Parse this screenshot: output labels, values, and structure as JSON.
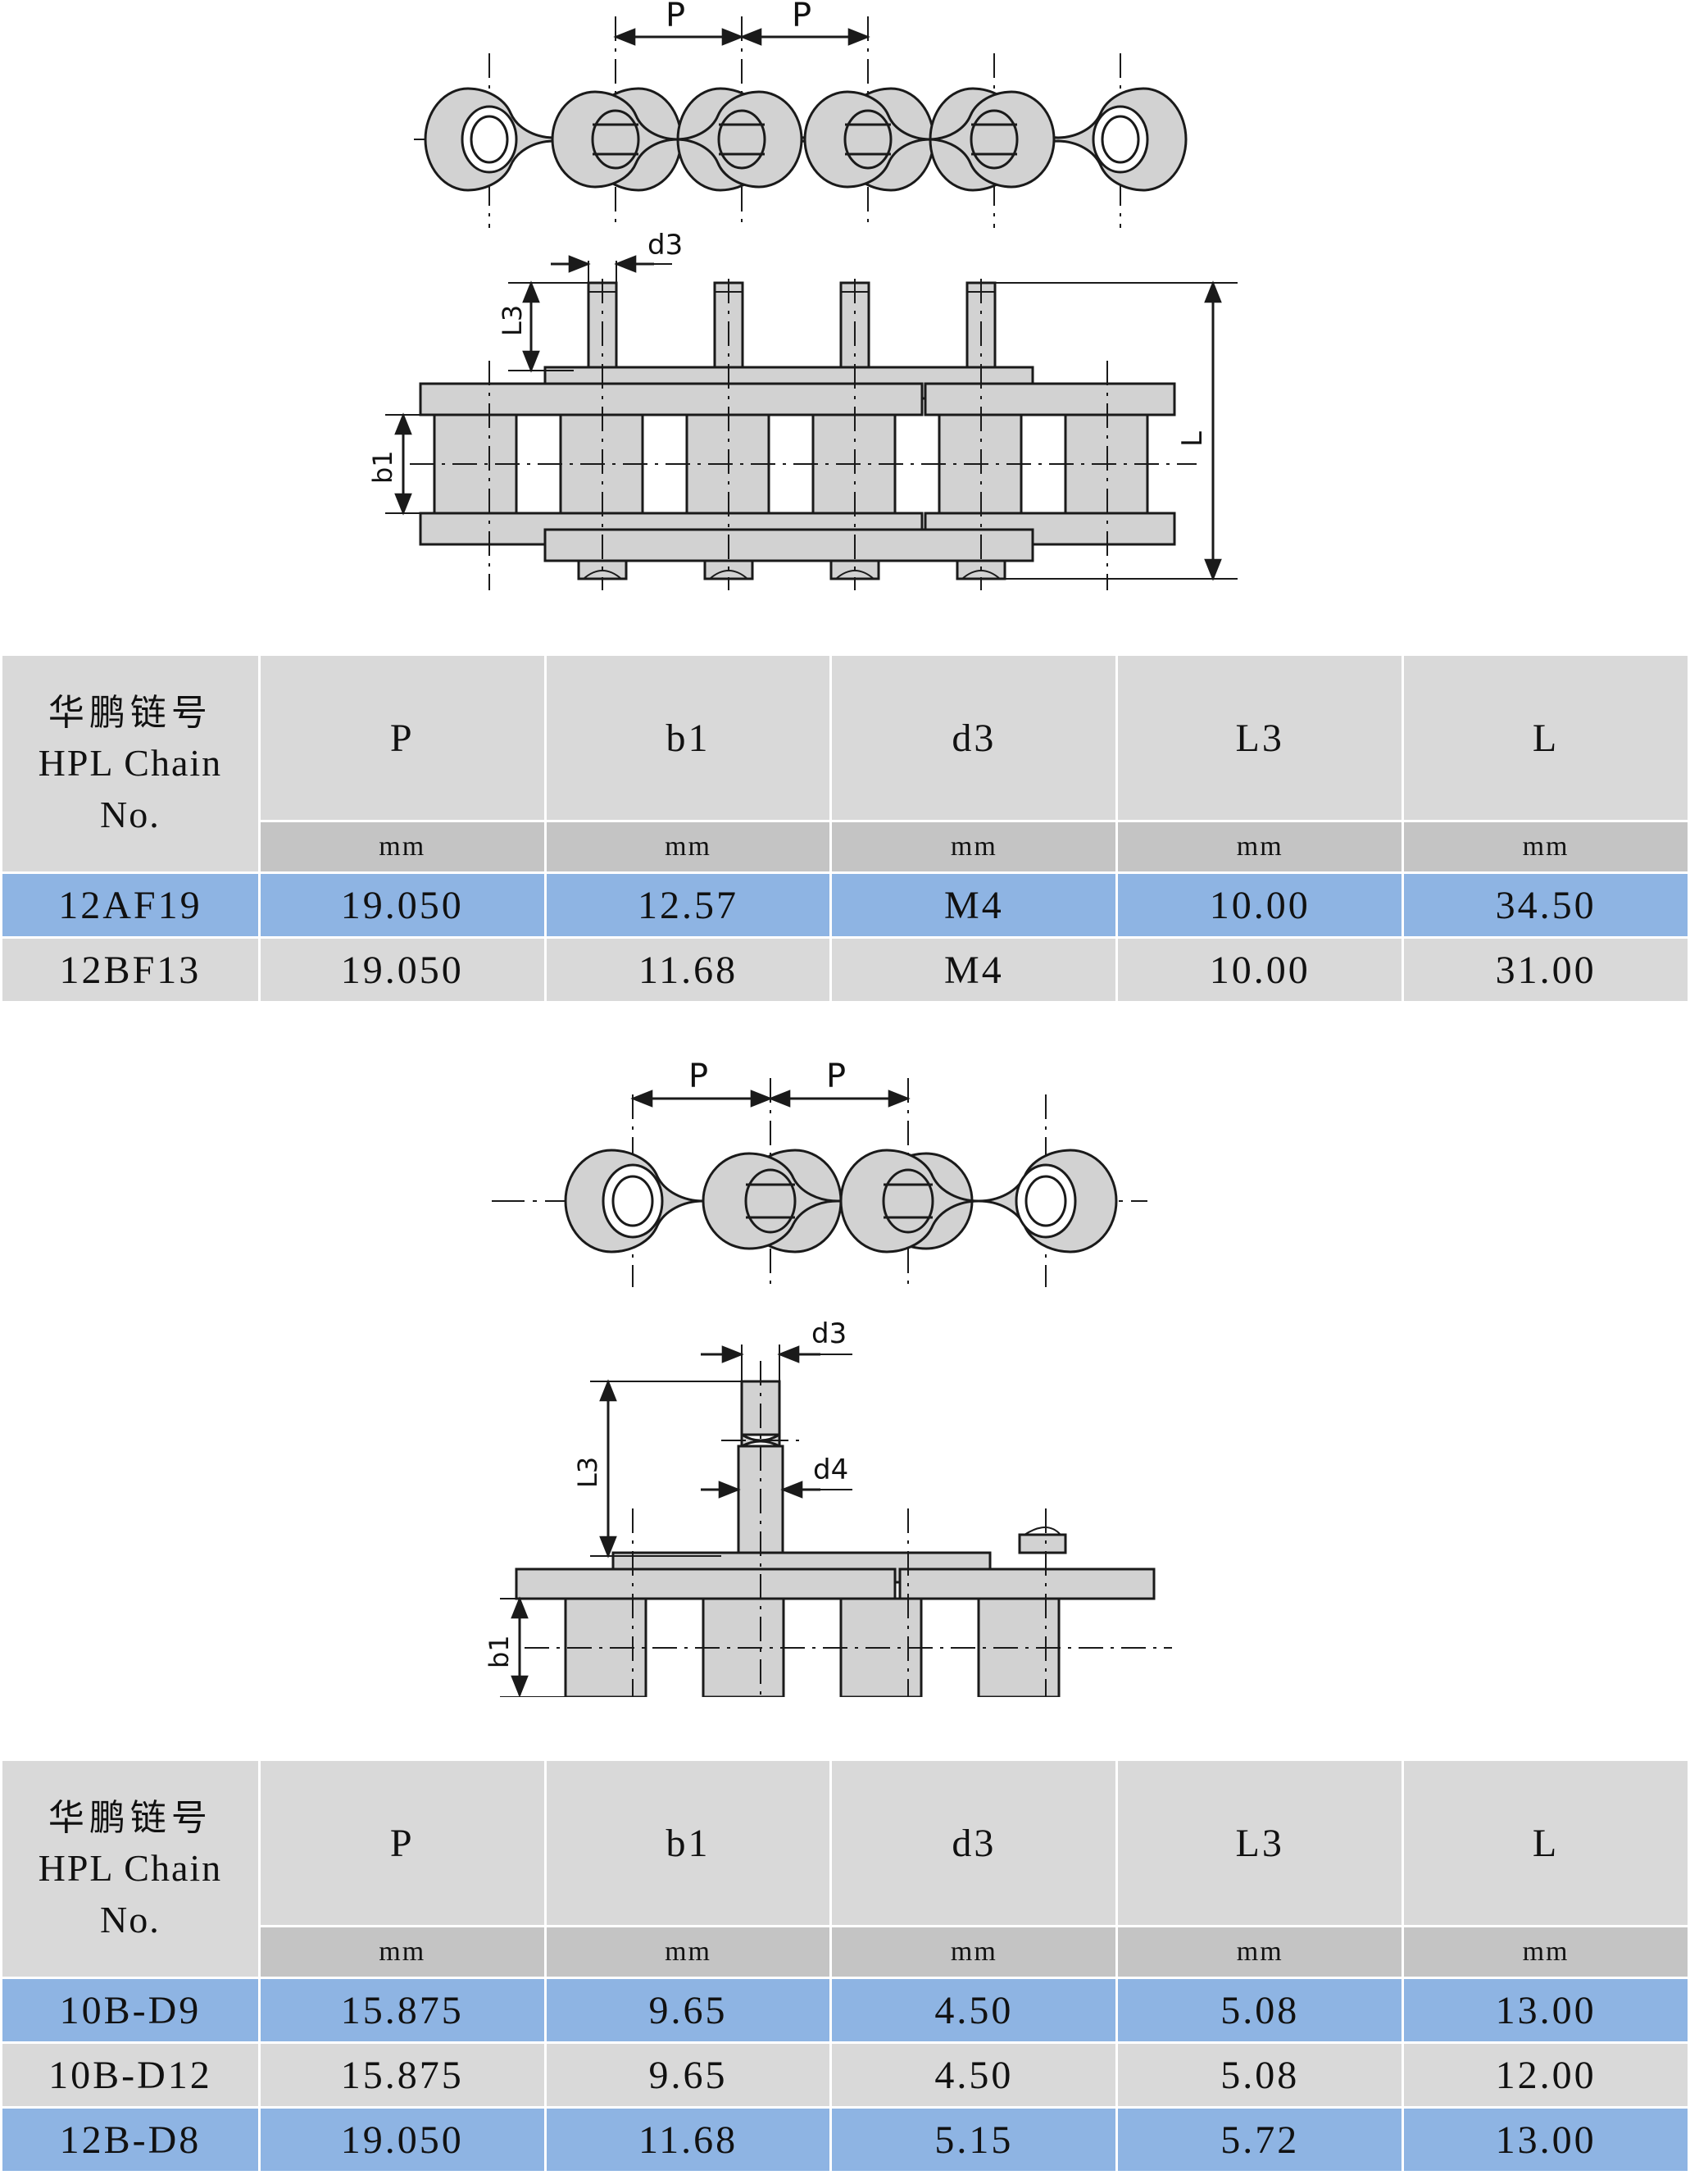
{
  "figures": [
    {
      "id": "fig-top-chain-with-threaded-pins",
      "dimension_labels": [
        "P",
        "P",
        "d3",
        "L3",
        "b1",
        "L"
      ],
      "views": [
        "plan-view",
        "section-view"
      ]
    },
    {
      "id": "fig-bottom-chain-with-extended-pin",
      "dimension_labels": [
        "P",
        "P",
        "d3",
        "d4",
        "L3",
        "b1"
      ],
      "views": [
        "plan-view",
        "section-view"
      ]
    }
  ],
  "tables": [
    {
      "id": "table-1",
      "name_header_cn": "华鹏链号",
      "name_header_en_line1": "HPL Chain",
      "name_header_en_line2": "No.",
      "columns": [
        "P",
        "b1",
        "d3",
        "L3",
        "L"
      ],
      "units": [
        "mm",
        "mm",
        "mm",
        "mm",
        "mm"
      ],
      "rows": [
        {
          "name": "12AF19",
          "values": [
            "19.050",
            "12.57",
            "M4",
            "10.00",
            "34.50"
          ],
          "highlight": true
        },
        {
          "name": "12BF13",
          "values": [
            "19.050",
            "11.68",
            "M4",
            "10.00",
            "31.00"
          ],
          "highlight": false
        }
      ]
    },
    {
      "id": "table-2",
      "name_header_cn": "华鹏链号",
      "name_header_en_line1": "HPL Chain",
      "name_header_en_line2": "No.",
      "columns": [
        "P",
        "b1",
        "d3",
        "L3",
        "L"
      ],
      "units": [
        "mm",
        "mm",
        "mm",
        "mm",
        "mm"
      ],
      "rows": [
        {
          "name": "10B-D9",
          "values": [
            "15.875",
            "9.65",
            "4.50",
            "5.08",
            "13.00"
          ],
          "highlight": true
        },
        {
          "name": "10B-D12",
          "values": [
            "15.875",
            "9.65",
            "4.50",
            "5.08",
            "12.00"
          ],
          "highlight": false
        },
        {
          "name": "12B-D8",
          "values": [
            "19.050",
            "11.68",
            "5.15",
            "5.72",
            "13.00"
          ],
          "highlight": true
        }
      ]
    }
  ],
  "colors": {
    "row_highlight": "#8eb4e3",
    "row_normal": "#d9d9d9",
    "unit_band": "#c4c4c4",
    "metal_fill": "#d2d2d2",
    "line": "#1a1a1a"
  }
}
